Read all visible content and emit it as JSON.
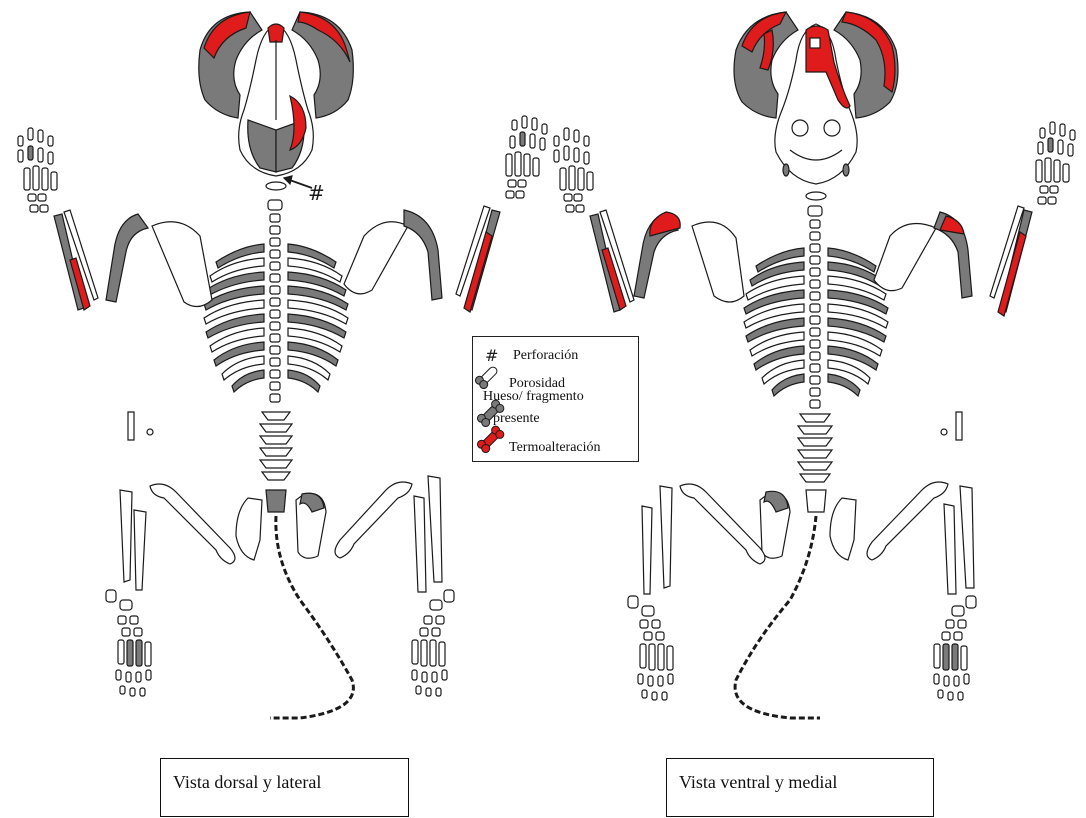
{
  "captions": {
    "left": "Vista dorsal y lateral",
    "right": "Vista ventral y medial"
  },
  "legend": {
    "items": [
      {
        "symbol": "hash-icon",
        "label": "Perforación"
      },
      {
        "symbol": "porous-bone-icon",
        "label": "Porosidad"
      },
      {
        "symbol": "grey-bone-icon",
        "label_line1": "Hueso/ fragmento",
        "label_line2": "presente"
      },
      {
        "symbol": "red-bone-icon",
        "label": "Termoalteración"
      }
    ]
  },
  "colors": {
    "present": "#7a7a7a",
    "burnt": "#e01b1b",
    "outline": "#1a1a1a",
    "absent": "#ffffff"
  },
  "annotations": {
    "perforation_mark": "#"
  }
}
